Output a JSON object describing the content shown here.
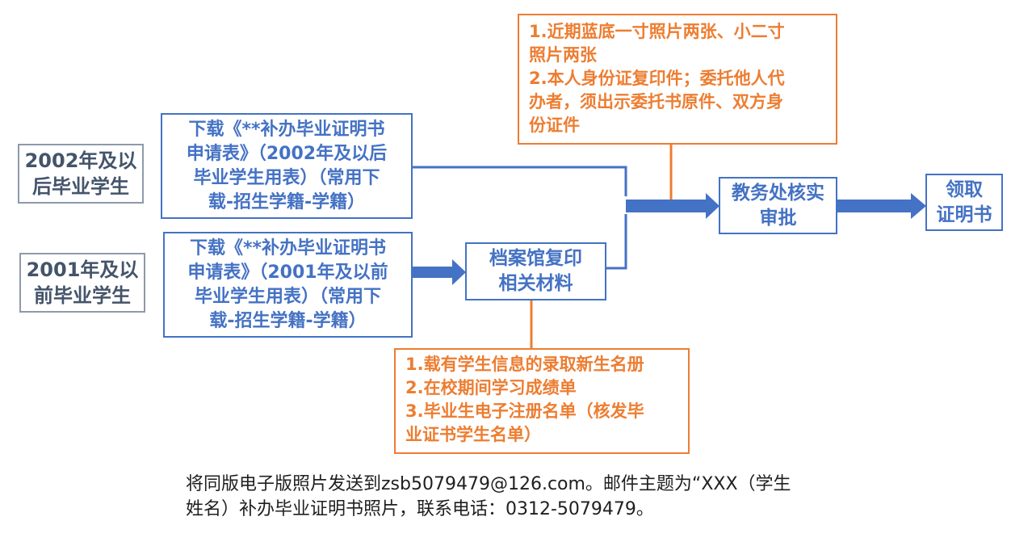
{
  "colors": {
    "blue": "#4472c4",
    "orange": "#ed7d31",
    "gray_text": "#44546a"
  },
  "nodes": {
    "grad_after_2002": [
      "2002年及以",
      "后毕业学生"
    ],
    "grad_before_2001": [
      "2001年及以",
      "前毕业学生"
    ],
    "download_after_2002": [
      "下载《**补办毕业证明书",
      "申请表》（2002年及以后",
      "毕业学生用表）（常用下",
      "载-招生学籍-学籍）"
    ],
    "download_before_2001": [
      "下载《**补办毕业证明书",
      "申请表》（2001年及以前",
      "毕业学生用表）（常用下",
      "载-招生学籍-学籍）"
    ],
    "archive_copy": [
      "档案馆复印",
      "相关材料"
    ],
    "academic_review": [
      "教务处核实",
      "审批"
    ],
    "receive_certificate": [
      "领取",
      "证明书"
    ]
  },
  "notes": {
    "top_requirements": [
      "1.近期蓝底一寸照片两张、小二寸",
      "照片两张",
      "2.本人身份证复印件；委托他人代",
      "办者，须出示委托书原件、双方身",
      "份证件"
    ],
    "archive_materials": [
      "1.载有学生信息的录取新生名册",
      "2.在校期间学习成绩单",
      "3.毕业生电子注册名单（核发毕",
      "业证书学生名单）"
    ]
  },
  "footer": [
    "将同版电子版照片发送到zsb5079479@126.com。邮件主题为“XXX（学生",
    "姓名）补办毕业证明书照片，联系电话：0312-5079479。"
  ]
}
